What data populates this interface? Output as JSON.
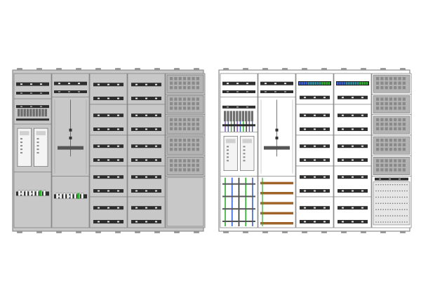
{
  "views": [
    {
      "name": "closed",
      "surface": "grey-covered",
      "columns": [
        {
          "name": "col-1",
          "modules": [
            "breaker-rail",
            "breaker-rail-terminals",
            "meter-pair",
            "terminal-strip"
          ]
        },
        {
          "name": "col-2",
          "modules": [
            "breaker-rail",
            "meter-panel",
            "terminal-strip"
          ]
        },
        {
          "name": "col-3",
          "modules": [
            "dual-rail",
            "dual-rail",
            "dual-rail",
            "dual-rail",
            "dual-rail"
          ]
        },
        {
          "name": "col-4",
          "modules": [
            "dual-rail",
            "dual-rail",
            "dual-rail",
            "dual-rail",
            "dual-rail"
          ]
        },
        {
          "name": "col-5",
          "modules": [
            "vent-grid",
            "vent-grid",
            "vent-grid",
            "vent-grid",
            "vent-grid",
            "blank-cover"
          ]
        }
      ]
    },
    {
      "name": "open",
      "surface": "white-open",
      "columns": [
        {
          "name": "col-1",
          "modules": [
            "breaker-rail",
            "wired-breakers",
            "meter-pair",
            "vertical-busbars"
          ]
        },
        {
          "name": "col-2",
          "modules": [
            "breaker-rail",
            "meter-panel",
            "horizontal-busbars"
          ]
        },
        {
          "name": "col-3",
          "modules": [
            "colored-terminal-rail",
            "dual-rail",
            "dual-rail",
            "dual-rail",
            "dual-rail"
          ]
        },
        {
          "name": "col-4",
          "modules": [
            "colored-terminal-rail",
            "dual-rail",
            "dual-rail",
            "dual-rail",
            "dual-rail"
          ]
        },
        {
          "name": "col-5",
          "modules": [
            "vent-grid",
            "vent-grid",
            "vent-grid",
            "vent-grid",
            "vent-grid",
            "perforated-plate"
          ]
        }
      ]
    }
  ],
  "colors": {
    "frame": "#8c8c8c",
    "cover": "#c8c8c8",
    "cover_dark": "#b4b4b4",
    "open_bg": "#ffffff",
    "rail": "#2e2e2e",
    "busbar_brown": "#a0642a",
    "wire_green": "#2fae2f",
    "wire_blue": "#3a5fd0",
    "wire_purple": "#7a4fb0",
    "terminal_teal": "#2f8f9f"
  }
}
